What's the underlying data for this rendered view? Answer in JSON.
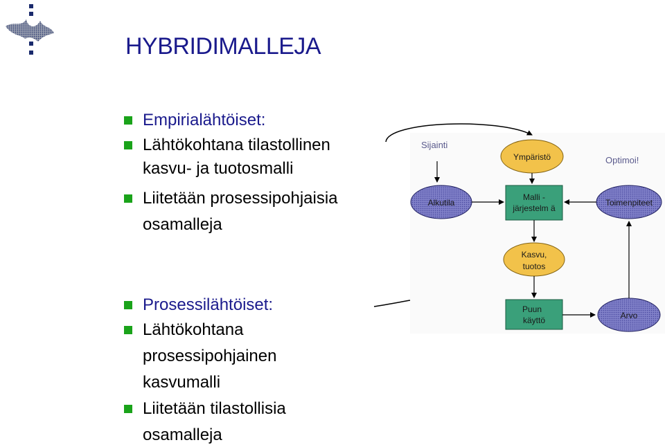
{
  "slide": {
    "title": "HYBRIDIMALLEJA",
    "bullets": [
      {
        "text": "Empirialähtöiset:",
        "highlight": true
      },
      {
        "text": "Lähtökohtana tilastollinen",
        "highlight": false
      },
      {
        "text": "kasvu- ja tuotosmalli",
        "highlight": false,
        "continuation": true
      },
      {
        "text": "Liitetään prosessipohjaisia",
        "highlight": false
      },
      {
        "text": "osamalleja",
        "highlight": false,
        "continuation": true
      },
      {
        "text": "Prosessilähtöiset:",
        "highlight": true
      },
      {
        "text": "Lähtökohtana",
        "highlight": false
      },
      {
        "text": "prosessipohjainen",
        "highlight": false,
        "continuation": true
      },
      {
        "text": "kasvumalli",
        "highlight": false,
        "continuation": true
      },
      {
        "text": "Liitetään tilastollisia",
        "highlight": false
      },
      {
        "text": "osamalleja",
        "highlight": false,
        "continuation": true
      }
    ]
  },
  "diagram": {
    "labels": {
      "sijainti": "Sijainti",
      "optimoi": "Optimoi!"
    },
    "nodes": {
      "ymparisto": "Ympäristö",
      "alkutila": "Alkutila",
      "malli_1": "Malli -",
      "malli_2": "järjestelm ä",
      "toimenpiteet": "Toimenpiteet",
      "kasvu_1": "Kasvu,",
      "kasvu_2": "tuotos",
      "puun_1": "Puun",
      "puun_2": "käyttö",
      "arvo": "Arvo"
    }
  },
  "colors": {
    "title": "#1a1a8c",
    "bullet_square": "#1aa31a",
    "green_node": "#2e9e74",
    "green_node_fill": "#3aa07a",
    "blue_node": "#7a7ac8",
    "yellow_node": "#f0c040"
  }
}
